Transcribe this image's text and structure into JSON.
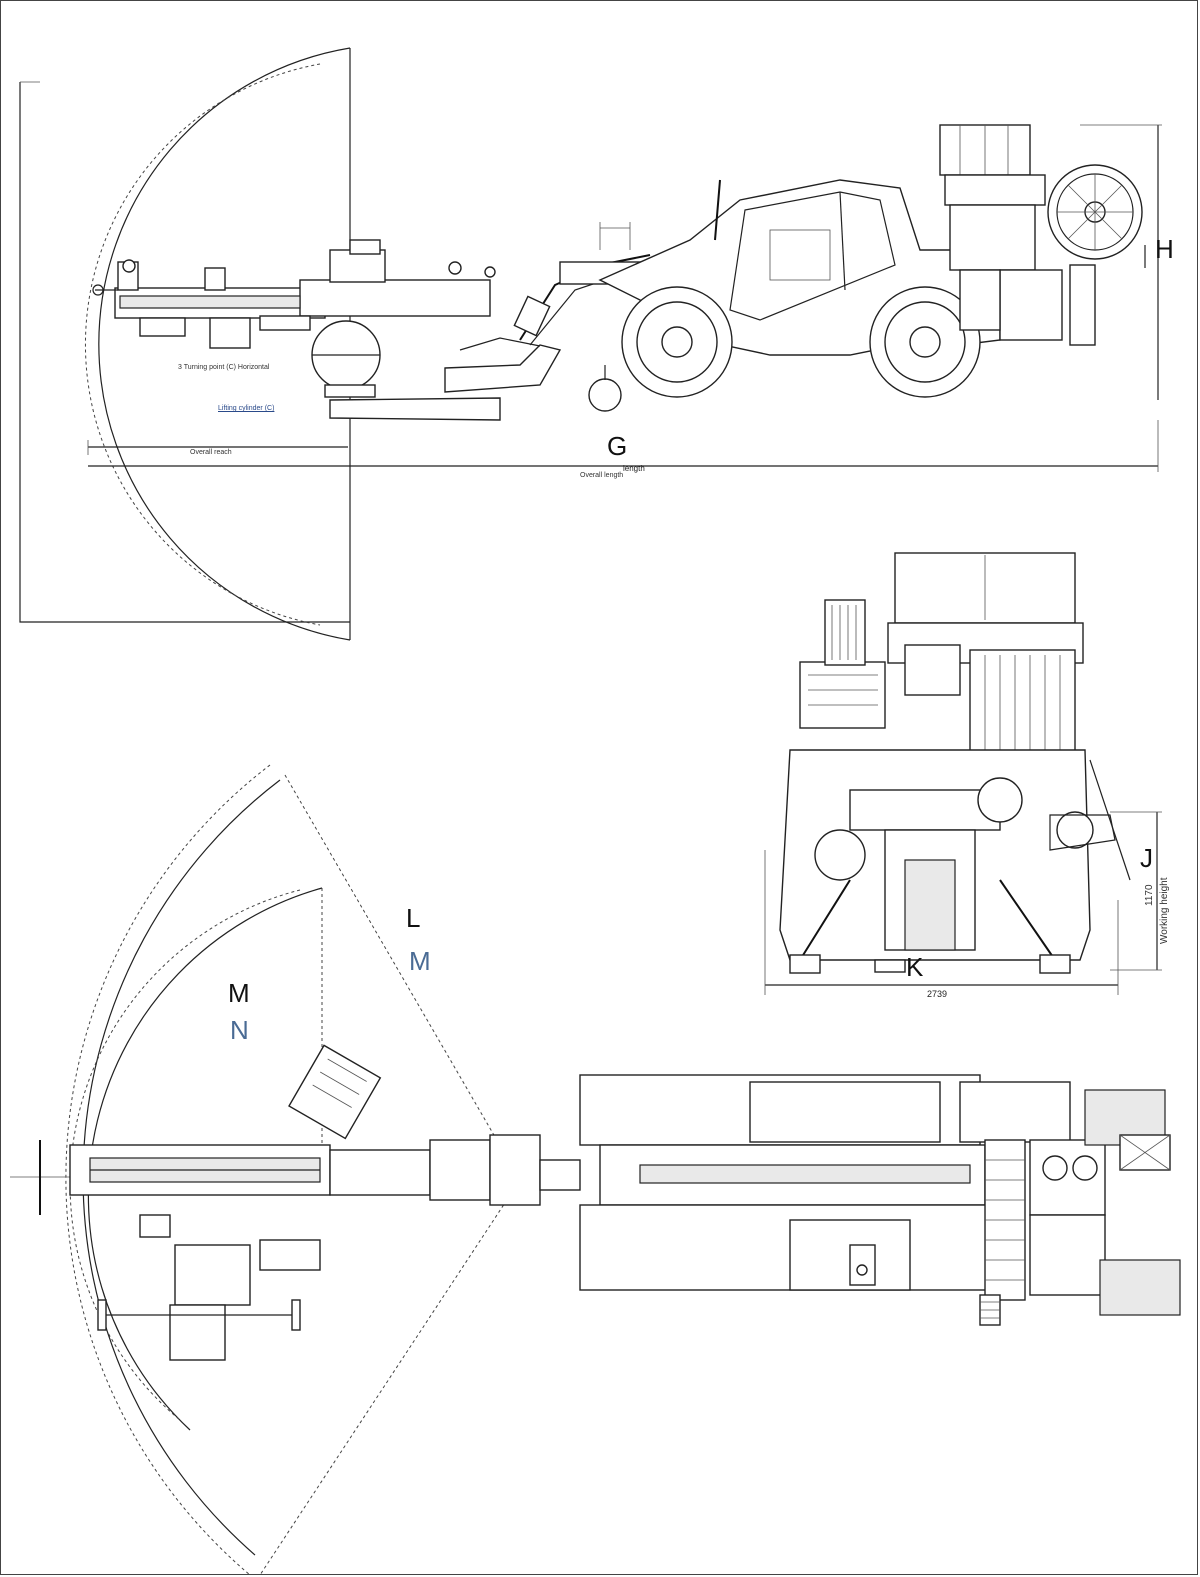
{
  "labels": {
    "G": "G",
    "H": "H",
    "J": "J",
    "K": "K",
    "L": "L",
    "M_top": "M",
    "M_blue": "M",
    "N": "N",
    "G_suffix": "length",
    "K_dim": "2739",
    "J_dim": "1170",
    "J_caption": "Working height"
  },
  "annotations": {
    "turning_point": "3 Turning point (C) Horizontal",
    "lifting_cylinder": "Lifting cylinder (C)",
    "overall_reach": "Overall reach",
    "overall_length": "Overall length"
  }
}
